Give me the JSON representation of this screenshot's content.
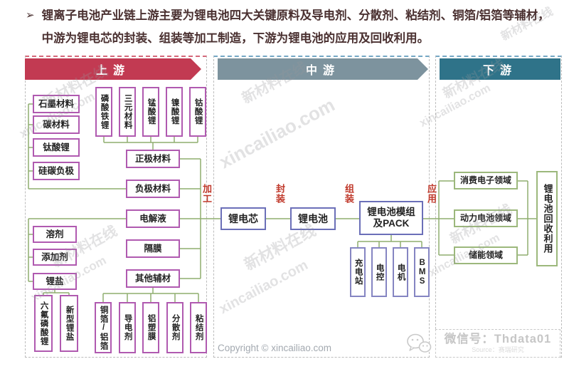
{
  "heading": {
    "bullet": "➢",
    "text": "锂离子电池产业链上游主要为锂电池四大关键原料及导电剂、分散剂、粘结剂、铜箔/铝箔等辅材，中游为锂电芯的封装、组装等加工制造，下游为锂电池的应用及回收利用。"
  },
  "banners": {
    "upstream": "上游",
    "midstream": "中游",
    "downstream": "下游"
  },
  "stage_labels": {
    "processing": "加工",
    "packaging": "封装",
    "assembly": "组装",
    "application": "应用"
  },
  "upstream": {
    "anode_raw": [
      "石墨材料",
      "碳材料",
      "钛酸锂",
      "硅碳负极"
    ],
    "cathode_raw": [
      "磷酸铁锂",
      "三元材料",
      "锰酸锂",
      "镍酸锂",
      "钴酸锂"
    ],
    "mains": [
      "正极材料",
      "负极材料",
      "电解液",
      "隔膜",
      "其他辅材"
    ],
    "electrolyte_raw": [
      "溶剂",
      "添加剂",
      "锂盐"
    ],
    "lithium_salts": [
      "六氟磷酸锂",
      "新型锂盐"
    ],
    "aux_materials": [
      "铜箔/铝箔",
      "导电剂",
      "铝塑膜",
      "分散剂",
      "粘结剂"
    ]
  },
  "midstream": {
    "cell": "锂电芯",
    "battery": "锂电池",
    "pack_line1": "锂电池模组",
    "pack_line2": "及PACK",
    "pack_parts": [
      "充电站",
      "电控",
      "电机",
      "BMS"
    ]
  },
  "downstream": {
    "fields": [
      "消费电子领域",
      "动力电池领域",
      "储能领域"
    ],
    "recycle": "锂电池回收利用"
  },
  "footer": {
    "copyright": "Copyright © xincailiao.com",
    "wechat": "微信号：Thdata01",
    "source": "Source：赛瑞研究"
  },
  "watermarks": {
    "cn": "新材料在线",
    "en": "xincailiao.com"
  },
  "colors": {
    "upstream_banner": "#c23a52",
    "midstream_banner": "#7d939e",
    "downstream_banner": "#2f7389",
    "upstream_box_border": "#b05ab0",
    "midstream_box_border": "#6b6fb8",
    "midsub_box_border": "#8585c2",
    "downstream_box_border": "#9cb87c",
    "connector": "#8fae6f",
    "stage_label": "#c0392b"
  }
}
